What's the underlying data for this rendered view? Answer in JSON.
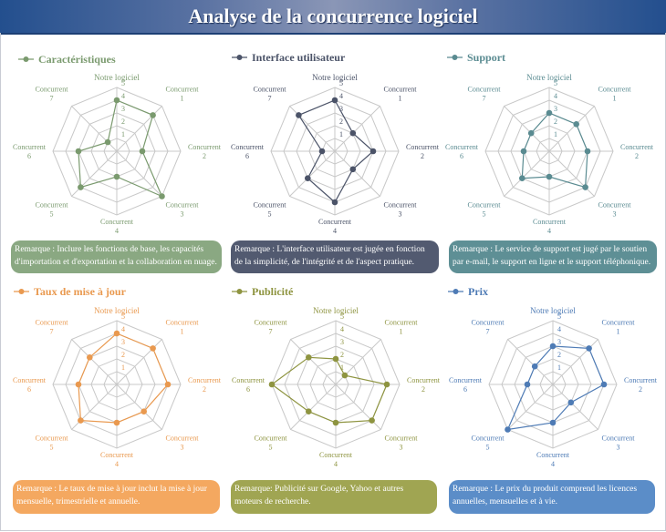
{
  "header": {
    "title": "Analyse de la concurrence logiciel"
  },
  "chart_data": [
    {
      "type": "radar",
      "title": "Caractéristiques",
      "color": "#7a9a6e",
      "categories": [
        "Notre logiciel",
        "Concurrent 1",
        "Concurrent 2",
        "Concurrent 3",
        "Concurrent 4",
        "Concurrent 5",
        "Concurrent 6",
        "Concurrent 7"
      ],
      "values": [
        4,
        4,
        2,
        5,
        2,
        4,
        3,
        1
      ],
      "range": [
        0,
        5
      ],
      "ticks": [
        "1",
        "2",
        "3",
        "4",
        "5"
      ],
      "remark": "Remarque : Inclure les fonctions de base, les capacités d'importation et d'exportation et la collaboration en nuage."
    },
    {
      "type": "radar",
      "title": "Interface utilisateur",
      "color": "#4b5368",
      "categories": [
        "Notre logiciel",
        "Concurrent 1",
        "Concurrent 2",
        "Concurrent 3",
        "Concurrent 4",
        "Concurrent 5",
        "Concurrent 6",
        "Concurrent 7"
      ],
      "values": [
        4,
        2,
        3,
        2,
        4,
        3,
        1,
        4
      ],
      "range": [
        0,
        5
      ],
      "ticks": [
        "1",
        "2",
        "3",
        "4",
        "5"
      ],
      "remark": "Remarque : L'interface utilisateur est jugée en fonction de la simplicité, de l'intégrité et de l'aspect pratique."
    },
    {
      "type": "radar",
      "title": "Support",
      "color": "#5a8b91",
      "categories": [
        "Notre logiciel",
        "Concurrent 1",
        "Concurrent 2",
        "Concurrent 3",
        "Concurrent 4",
        "Concurrent 5",
        "Concurrent 6",
        "Concurrent 7"
      ],
      "values": [
        3,
        3,
        3,
        4,
        2,
        3,
        2,
        2
      ],
      "range": [
        0,
        5
      ],
      "ticks": [
        "1",
        "2",
        "3",
        "4",
        "5"
      ],
      "remark": "Remarque : Le service de support est jugé par le soutien par e-mail, le support en ligne et le support téléphonique."
    },
    {
      "type": "radar",
      "title": "Taux de mise à jour",
      "color": "#e9994f",
      "categories": [
        "Notre logiciel",
        "Concurrent 1",
        "Concurrent 2",
        "Concurrent 3",
        "Concurrent 4",
        "Concurrent 5",
        "Concurrent 6",
        "Concurrent 7"
      ],
      "values": [
        4,
        4,
        4,
        3,
        3,
        4,
        3,
        3
      ],
      "range": [
        0,
        5
      ],
      "ticks": [
        "1",
        "2",
        "3",
        "4",
        "5"
      ],
      "remark": "Remarque : Le taux de mise à jour inclut la mise à jour mensuelle, trimestrielle et annuelle."
    },
    {
      "type": "radar",
      "title": "Publicité",
      "color": "#8e9440",
      "categories": [
        "Notre logiciel",
        "Concurrent 1",
        "Concurrent 2",
        "Concurrent 3",
        "Concurrent 4",
        "Concurrent 5",
        "Concurrent 6",
        "Concurrent 7"
      ],
      "values": [
        2,
        1,
        4,
        4,
        3,
        3,
        5,
        3
      ],
      "range": [
        0,
        5
      ],
      "ticks": [
        "1",
        "2",
        "3",
        "4",
        "5"
      ],
      "remark": "Remarque: Publicité sur Google, Yahoo et autres moteurs de recherche."
    },
    {
      "type": "radar",
      "title": "Prix",
      "color": "#4e7bb5",
      "categories": [
        "Notre logiciel",
        "Concurrent 1",
        "Concurrent 2",
        "Concurrent 3",
        "Concurrent 4",
        "Concurrent 5",
        "Concurrent 6",
        "Concurrent 7"
      ],
      "values": [
        3,
        4,
        4,
        2,
        3,
        5,
        2,
        2
      ],
      "range": [
        0,
        5
      ],
      "ticks": [
        "1",
        "2",
        "3",
        "4",
        "5"
      ],
      "remark": "Remarque : Le prix du produit comprend les licences annuelles, mensuelles et à vie."
    }
  ],
  "remark_colors": [
    "#8aa882",
    "#525a70",
    "#5e8f95",
    "#f4a860",
    "#a0a552",
    "#5b8dc8"
  ]
}
